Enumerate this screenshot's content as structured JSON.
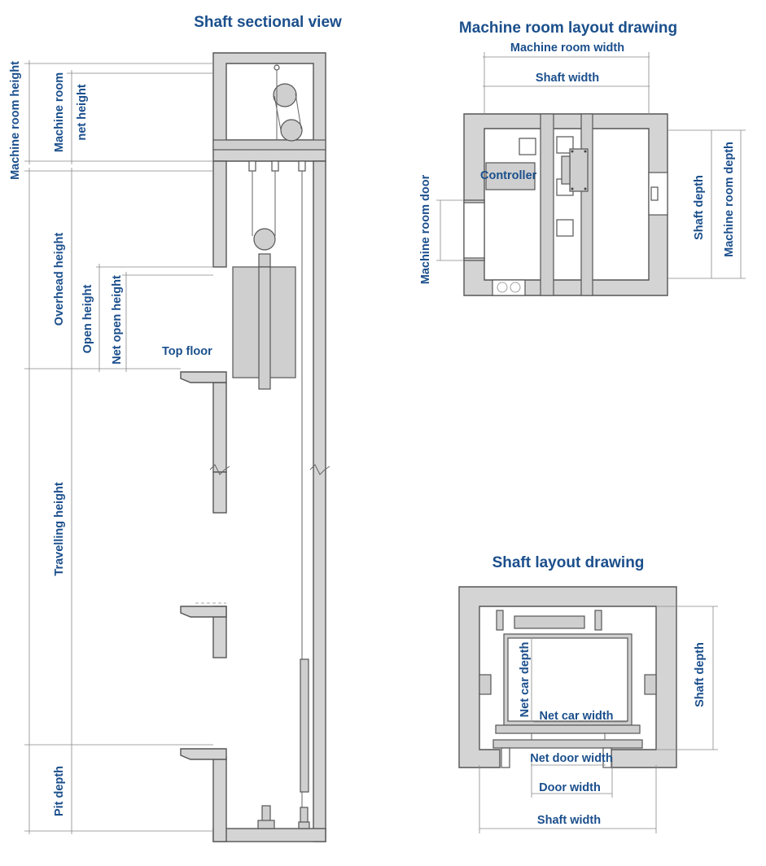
{
  "colors": {
    "label": "#1b4f8c",
    "wall": "#d4d4d4",
    "outline": "#555555"
  },
  "shaft_section": {
    "title": "Shaft sectional view",
    "machine_room_height": "Machine room height",
    "machine_room_net_height_1": "Machine room",
    "machine_room_net_height_2": "net height",
    "overhead_height": "Overhead height",
    "open_height": "Open height",
    "net_open_height": "Net open height",
    "top_floor": "Top floor",
    "travelling_height": "Travelling height",
    "pit_depth": "Pit depth"
  },
  "machine_room_layout": {
    "title": "Machine room layout drawing",
    "machine_room_width": "Machine room width",
    "shaft_width": "Shaft width",
    "controller": "Controller",
    "machine_room_door": "Machine room door",
    "shaft_depth": "Shaft depth",
    "machine_room_depth": "Machine room depth"
  },
  "shaft_layout": {
    "title": "Shaft layout drawing",
    "net_car_depth": "Net car depth",
    "net_car_width": "Net car width",
    "net_door_width": "Net door width",
    "door_width": "Door width",
    "shaft_width": "Shaft width",
    "shaft_depth": "Shaft depth"
  }
}
